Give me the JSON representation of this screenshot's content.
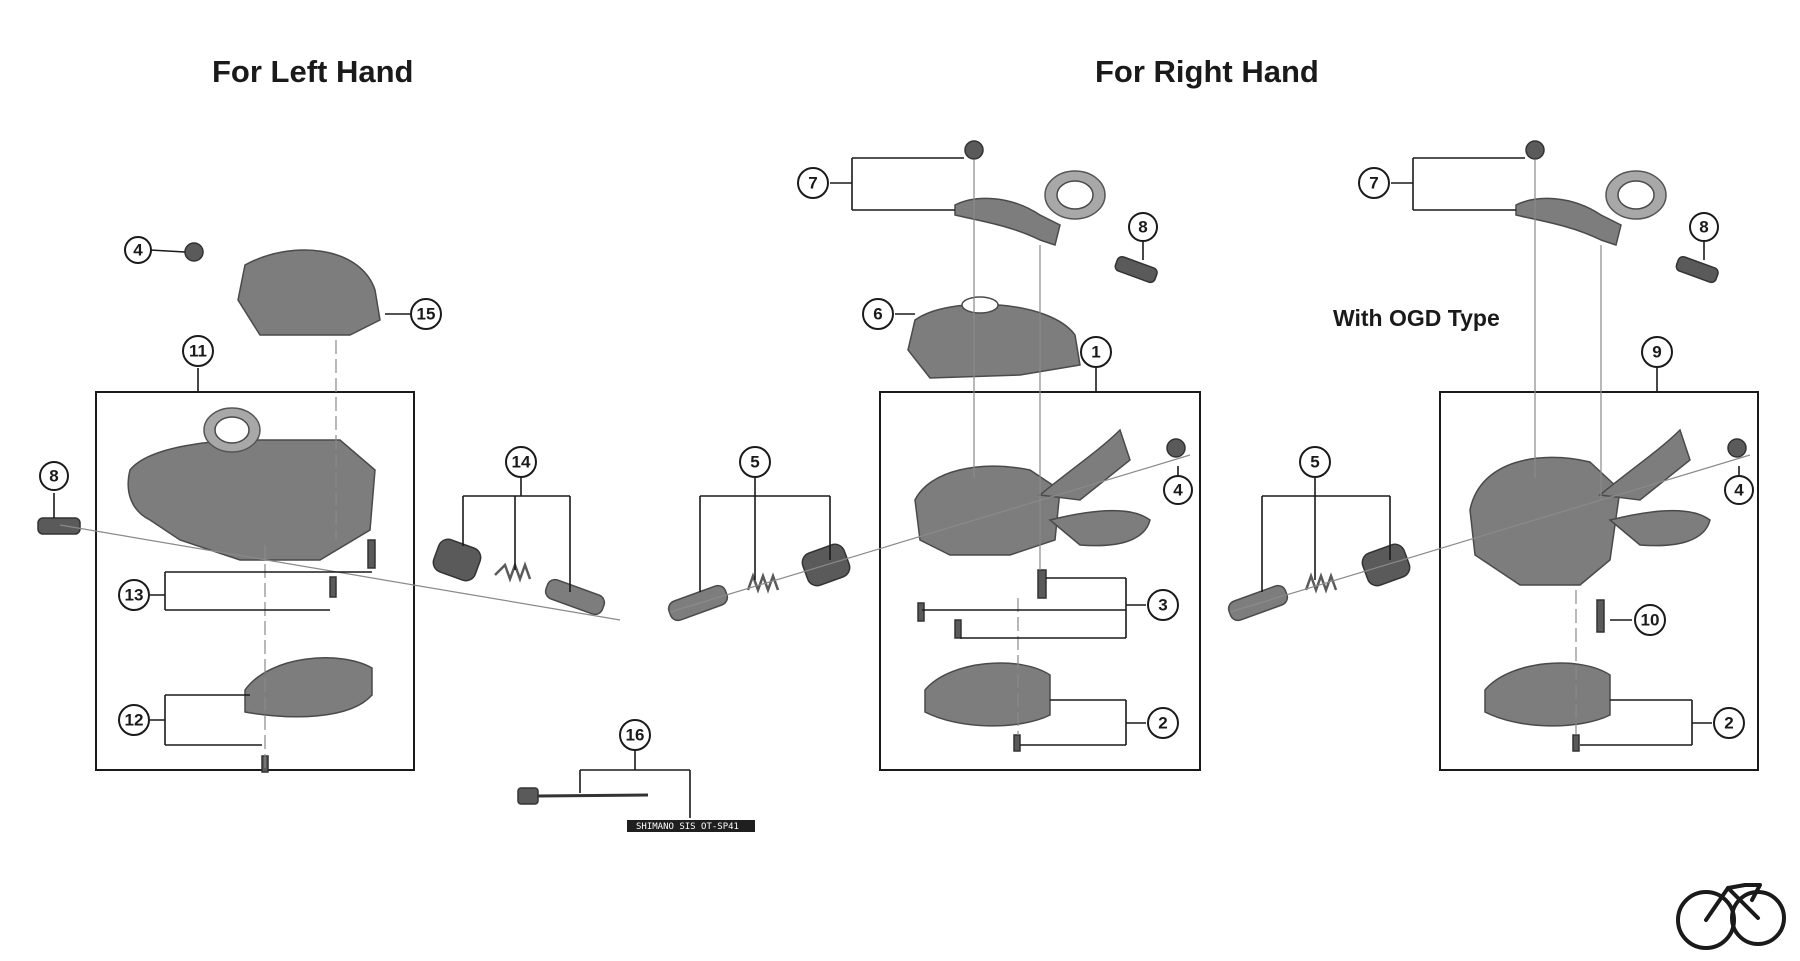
{
  "headings": {
    "left_hand": "For Left Hand",
    "right_hand": "For Right Hand",
    "ogd_type": "With OGD Type"
  },
  "callouts": {
    "c1": "1",
    "c2a": "2",
    "c2b": "2",
    "c3": "3",
    "c4a": "4",
    "c4b": "4",
    "c4c": "4",
    "c5a": "5",
    "c5b": "5",
    "c6": "6",
    "c7a": "7",
    "c7b": "7",
    "c8a": "8",
    "c8b": "8",
    "c8c": "8",
    "c9": "9",
    "c10": "10",
    "c11": "11",
    "c12": "12",
    "c13": "13",
    "c14": "14",
    "c15": "15",
    "c16": "16"
  },
  "cable_text": "SHIMANO SIS  OT-SP41",
  "logo_icon": "bicycle-icon"
}
